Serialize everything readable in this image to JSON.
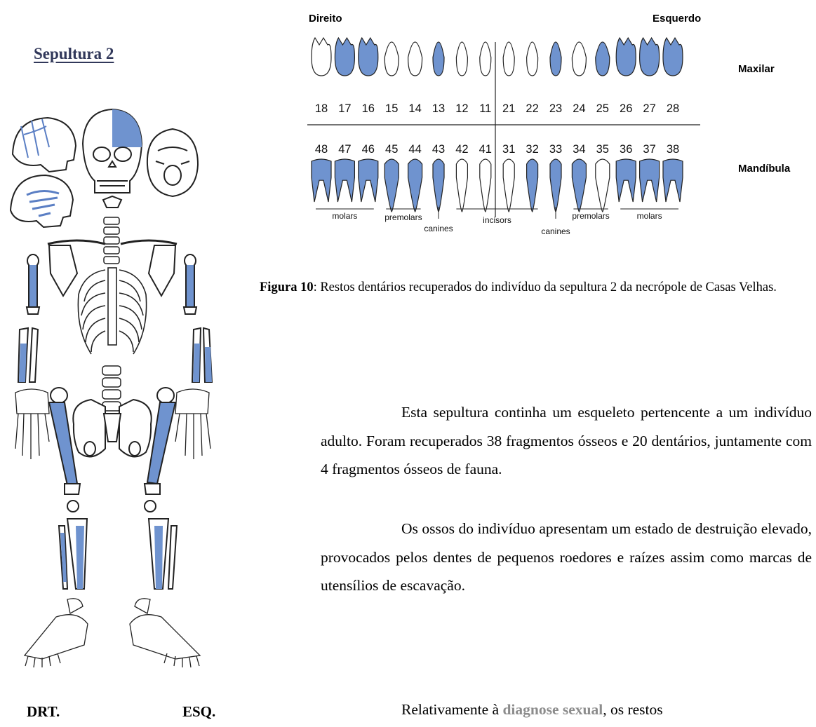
{
  "section_title": "Sepultura 2",
  "skeleton": {
    "right_side_label": "DRT.",
    "left_side_label": "ESQ.",
    "highlight_color": "#6f93cf"
  },
  "dental_chart": {
    "right_label": "Direito",
    "left_label": "Esquerdo",
    "maxilla_label": "Maxilar",
    "mandible_label": "Mandíbula",
    "upper_teeth": [
      "18",
      "17",
      "16",
      "15",
      "14",
      "13",
      "12",
      "11",
      "21",
      "22",
      "23",
      "24",
      "25",
      "26",
      "27",
      "28"
    ],
    "lower_teeth": [
      "48",
      "47",
      "46",
      "45",
      "44",
      "43",
      "42",
      "41",
      "31",
      "32",
      "33",
      "34",
      "35",
      "36",
      "37",
      "38"
    ],
    "upper_present": [
      false,
      true,
      true,
      false,
      false,
      true,
      false,
      false,
      false,
      false,
      true,
      false,
      true,
      true,
      true,
      true
    ],
    "lower_present": [
      true,
      true,
      true,
      true,
      true,
      true,
      false,
      false,
      false,
      true,
      true,
      true,
      false,
      true,
      true,
      true
    ],
    "tooth_groups": [
      "molars",
      "premolars",
      "canines",
      "incisors",
      "canines",
      "premolars",
      "molars"
    ],
    "present_color": "#6f93cf"
  },
  "caption": {
    "label": "Figura 10",
    "text": ": Restos dentários recuperados do indivíduo da sepultura 2 da necrópole de Casas Velhas."
  },
  "paragraphs": [
    "Esta sepultura continha um esqueleto pertencente a um indivíduo adulto. Foram recuperados 38 fragmentos ósseos e 20 dentários, juntamente com 4 fragmentos ósseos de fauna.",
    "Os ossos do indivíduo apresentam um estado de destruição elevado, provocados pelos dentes de pequenos roedores e raízes assim como marcas de utensílios de escavação."
  ],
  "last_paragraph": {
    "prefix": "Relativamente à ",
    "highlight": "diagnose sexual",
    "suffix": ", os restos"
  }
}
